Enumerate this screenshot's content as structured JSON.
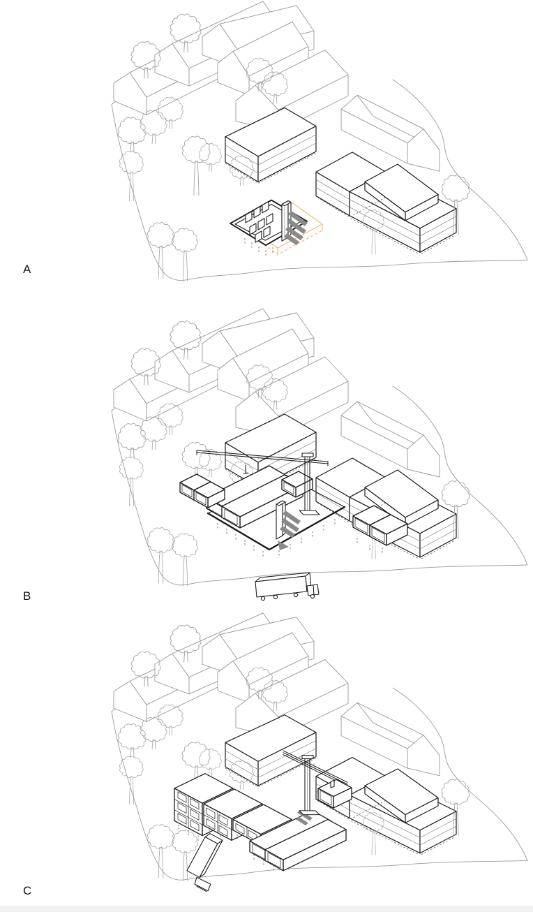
{
  "panels": [
    {
      "id": "phase-a",
      "label": "A"
    },
    {
      "id": "phase-b",
      "label": "B"
    },
    {
      "id": "phase-c",
      "label": "C"
    }
  ],
  "colors": {
    "ink": "#1b1b1b",
    "context_gray": "#9a9a9a",
    "accent_orange": "#efc27b",
    "debris_gray": "#8a8a8a",
    "footer_bar": "#f1f1f1",
    "background": "#ffffff"
  }
}
